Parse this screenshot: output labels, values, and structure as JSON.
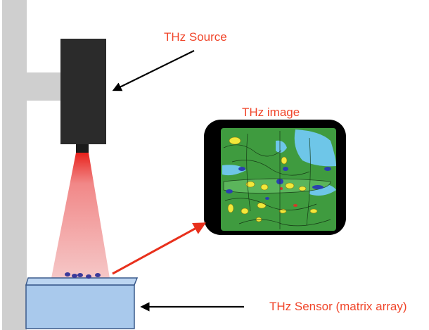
{
  "labels": {
    "source": "THz Source",
    "image": "THz image",
    "sensor": "THz Sensor (matrix array)"
  },
  "colors": {
    "label_text": "#f0452a",
    "stand": "#cfcfcf",
    "source_body": "#2b2b2b",
    "beam": "#f08a8a",
    "sensor_fill": "#a9c9ec",
    "sensor_border": "#3a5a8c",
    "image_frame": "#000000",
    "image_field": "#3f9b3f",
    "image_contours_yellow": "#f2e83a",
    "image_contours_blue": "#2a3fb0",
    "image_contours_cyan": "#6ec6e8",
    "arrow_black": "#000000",
    "arrow_red": "#e8301c"
  },
  "icons": {
    "source": "thz-source-block",
    "sensor": "sensor-box",
    "image": "thz-image-display"
  }
}
